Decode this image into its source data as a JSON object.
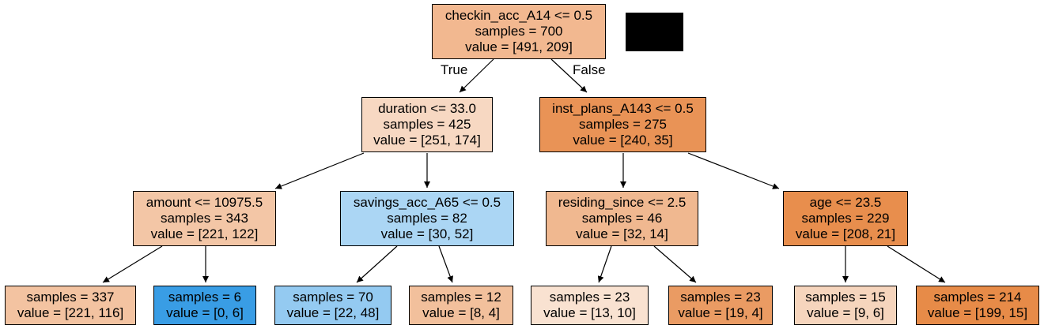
{
  "tree": {
    "edge_labels": {
      "true_label": "True",
      "false_label": "False"
    },
    "nodes": [
      {
        "id": "n0",
        "split": "checkin_acc_A14 <= 0.5",
        "samples": "samples = 700",
        "value": "value = [491, 209]",
        "fill": "#f2b890"
      },
      {
        "id": "n1",
        "split": "duration <= 33.0",
        "samples": "samples = 425",
        "value": "value = [251, 174]",
        "fill": "#f7d8c2"
      },
      {
        "id": "n2",
        "split": "inst_plans_A143 <= 0.5",
        "samples": "samples = 275",
        "value": "value = [240, 35]",
        "fill": "#e99356"
      },
      {
        "id": "n3",
        "split": "amount <= 10975.5",
        "samples": "samples = 343",
        "value": "value = [221, 122]",
        "fill": "#f3c6a6"
      },
      {
        "id": "n4",
        "split": "savings_acc_A65 <= 0.5",
        "samples": "samples = 82",
        "value": "value = [30, 52]",
        "fill": "#abd6f4"
      },
      {
        "id": "n5",
        "split": "residing_since <= 2.5",
        "samples": "samples = 46",
        "value": "value = [32, 14]",
        "fill": "#f0b890"
      },
      {
        "id": "n6",
        "split": "age <= 23.5",
        "samples": "samples = 229",
        "value": "value = [208, 21]",
        "fill": "#e88e4d"
      },
      {
        "id": "n7",
        "split": "",
        "samples": "samples = 337",
        "value": "value = [221, 116]",
        "fill": "#f3c3a1"
      },
      {
        "id": "n8",
        "split": "",
        "samples": "samples = 6",
        "value": "value = [0, 6]",
        "fill": "#399de5"
      },
      {
        "id": "n9",
        "split": "",
        "samples": "samples = 70",
        "value": "value = [22, 48]",
        "fill": "#94caf1"
      },
      {
        "id": "n10",
        "split": "",
        "samples": "samples = 12",
        "value": "value = [8, 4]",
        "fill": "#f2c09c"
      },
      {
        "id": "n11",
        "split": "",
        "samples": "samples = 23",
        "value": "value = [13, 10]",
        "fill": "#f9e2d1"
      },
      {
        "id": "n12",
        "split": "",
        "samples": "samples = 23",
        "value": "value = [19, 4]",
        "fill": "#ea9b63"
      },
      {
        "id": "n13",
        "split": "",
        "samples": "samples = 15",
        "value": "value = [9, 6]",
        "fill": "#f6d5bd"
      },
      {
        "id": "n14",
        "split": "",
        "samples": "samples = 214",
        "value": "value = [199, 15]",
        "fill": "#e78b48"
      }
    ],
    "edges": [
      [
        "n0",
        "n1"
      ],
      [
        "n0",
        "n2"
      ],
      [
        "n1",
        "n3"
      ],
      [
        "n1",
        "n4"
      ],
      [
        "n2",
        "n5"
      ],
      [
        "n2",
        "n6"
      ],
      [
        "n3",
        "n7"
      ],
      [
        "n3",
        "n8"
      ],
      [
        "n4",
        "n9"
      ],
      [
        "n4",
        "n10"
      ],
      [
        "n5",
        "n11"
      ],
      [
        "n5",
        "n12"
      ],
      [
        "n6",
        "n13"
      ],
      [
        "n6",
        "n14"
      ]
    ]
  }
}
